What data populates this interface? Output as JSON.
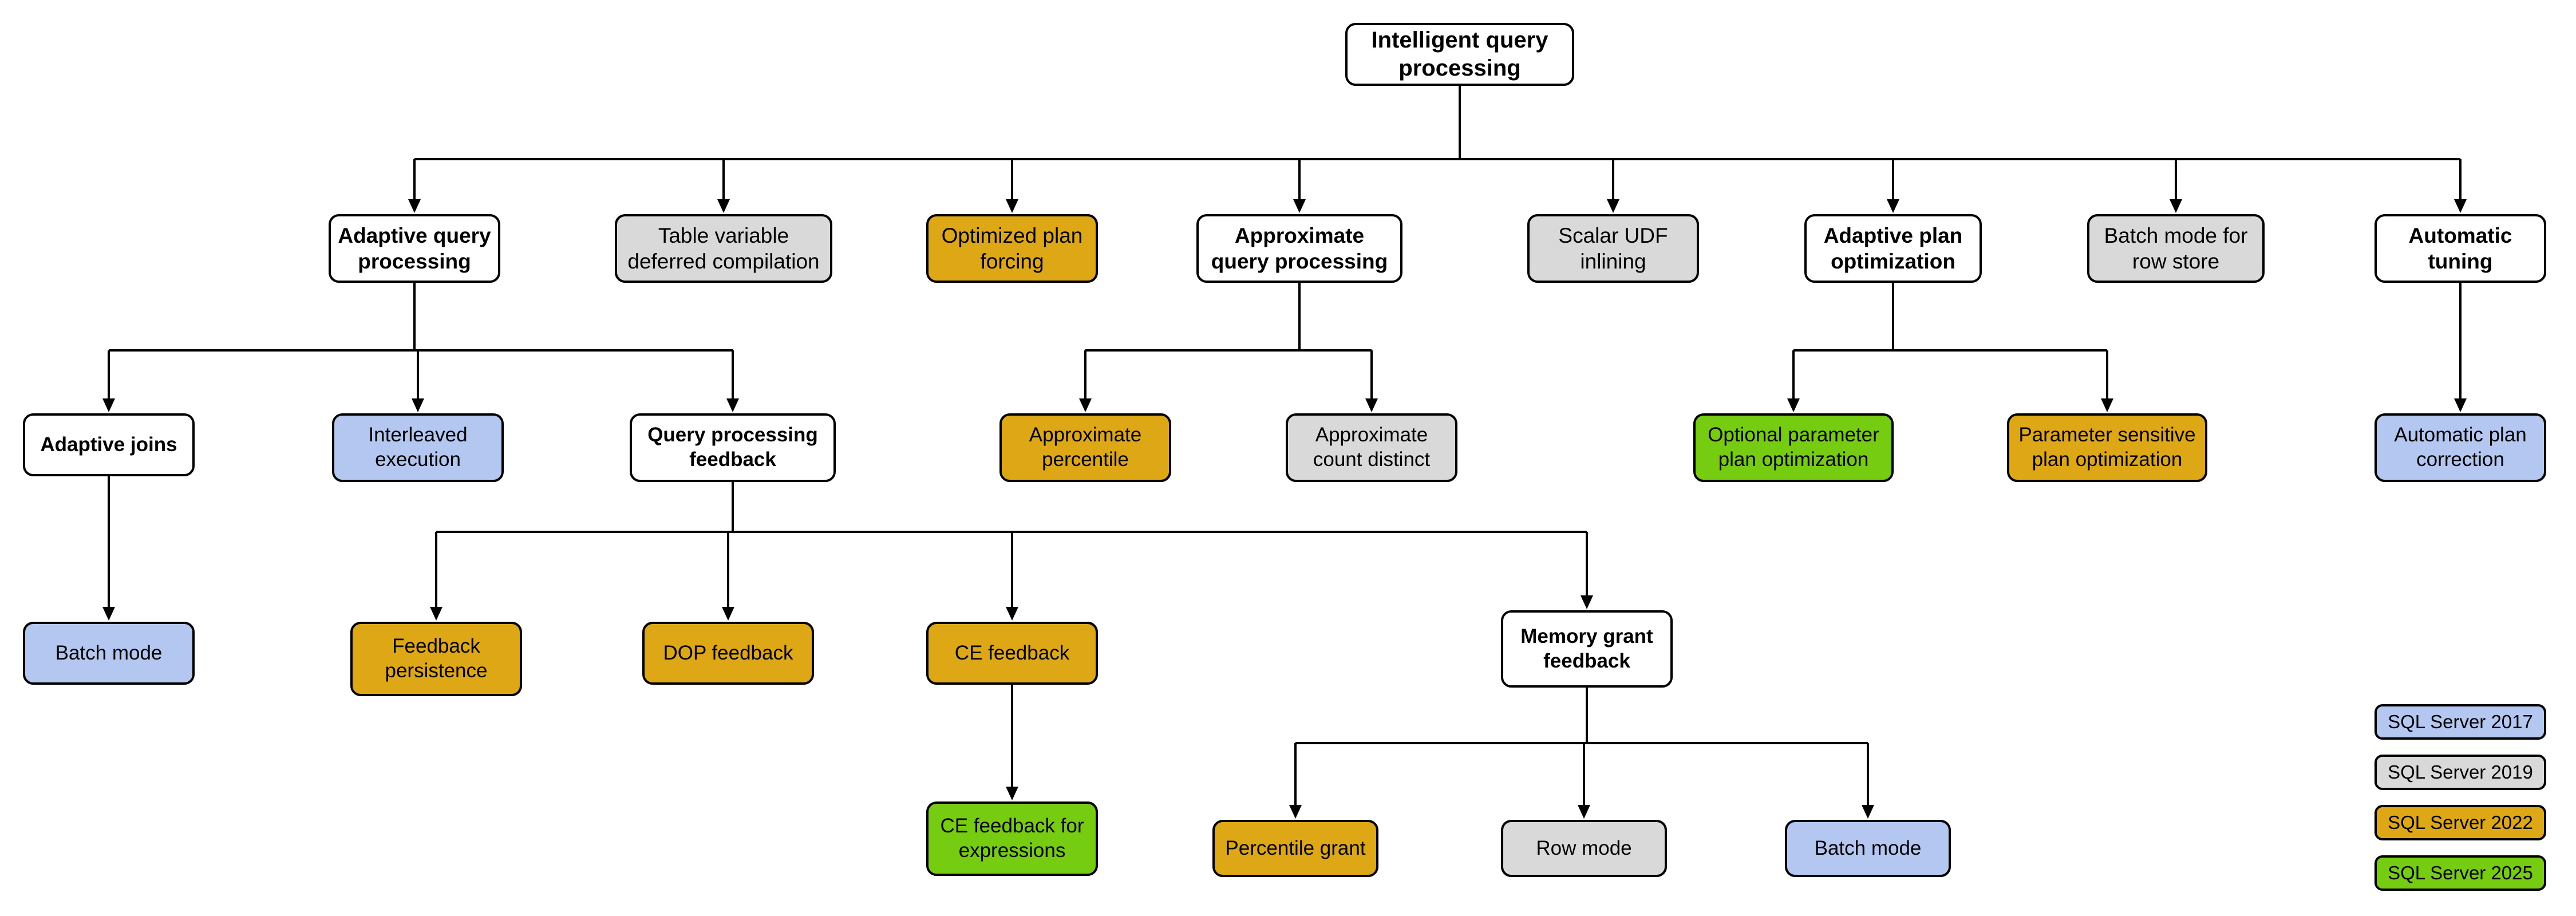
{
  "diagram": {
    "title": "Intelligent query processing",
    "type": "tree",
    "palette": {
      "white": "#ffffff",
      "gray": "#d9d9d9",
      "gold": "#dda715",
      "green": "#76cc10",
      "blue": "#b4c7f0",
      "line": "#000000"
    }
  },
  "root": {
    "label": "Intelligent query processing",
    "color": "white"
  },
  "level2": [
    {
      "label": "Adaptive query processing",
      "color": "white"
    },
    {
      "label": "Table variable deferred compilation",
      "color": "gray"
    },
    {
      "label": "Optimized plan forcing",
      "color": "gold"
    },
    {
      "label": "Approximate query processing",
      "color": "white"
    },
    {
      "label": "Scalar UDF inlining",
      "color": "gray"
    },
    {
      "label": "Adaptive plan optimization",
      "color": "white"
    },
    {
      "label": "Batch mode for row store",
      "color": "gray"
    },
    {
      "label": "Automatic tuning",
      "color": "white"
    }
  ],
  "level3": [
    {
      "label": "Adaptive joins",
      "color": "white",
      "parent": "Adaptive query processing"
    },
    {
      "label": "Interleaved execution",
      "color": "blue",
      "parent": "Adaptive query processing"
    },
    {
      "label": "Query processing feedback",
      "color": "white",
      "parent": "Adaptive query processing"
    },
    {
      "label": "Approximate percentile",
      "color": "gold",
      "parent": "Approximate query processing"
    },
    {
      "label": "Approximate count distinct",
      "color": "gray",
      "parent": "Approximate query processing"
    },
    {
      "label": "Optional parameter plan optimization",
      "color": "green",
      "parent": "Adaptive plan optimization"
    },
    {
      "label": "Parameter sensitive plan optimization",
      "color": "gold",
      "parent": "Adaptive plan optimization"
    },
    {
      "label": "Automatic plan correction",
      "color": "blue",
      "parent": "Automatic tuning"
    }
  ],
  "level4": [
    {
      "label": "Batch mode",
      "color": "blue",
      "parent": "Adaptive joins"
    },
    {
      "label": "Feedback persistence",
      "color": "gold",
      "parent": "Query processing feedback"
    },
    {
      "label": "DOP feedback",
      "color": "gold",
      "parent": "Query processing feedback"
    },
    {
      "label": "CE feedback",
      "color": "gold",
      "parent": "Query processing feedback"
    },
    {
      "label": "Memory grant feedback",
      "color": "white",
      "parent": "Query processing feedback"
    }
  ],
  "level5": [
    {
      "label": "CE feedback for expressions",
      "color": "green",
      "parent": "CE feedback"
    },
    {
      "label": "Percentile grant",
      "color": "gold",
      "parent": "Memory grant feedback"
    },
    {
      "label": "Row mode",
      "color": "gray",
      "parent": "Memory grant feedback"
    },
    {
      "label": "Batch mode",
      "color": "blue",
      "parent": "Memory grant feedback"
    }
  ],
  "legend": [
    {
      "label": "SQL Server 2017",
      "color": "blue"
    },
    {
      "label": "SQL Server 2019",
      "color": "gray"
    },
    {
      "label": "SQL Server 2022",
      "color": "gold"
    },
    {
      "label": "SQL Server 2025",
      "color": "green"
    }
  ]
}
